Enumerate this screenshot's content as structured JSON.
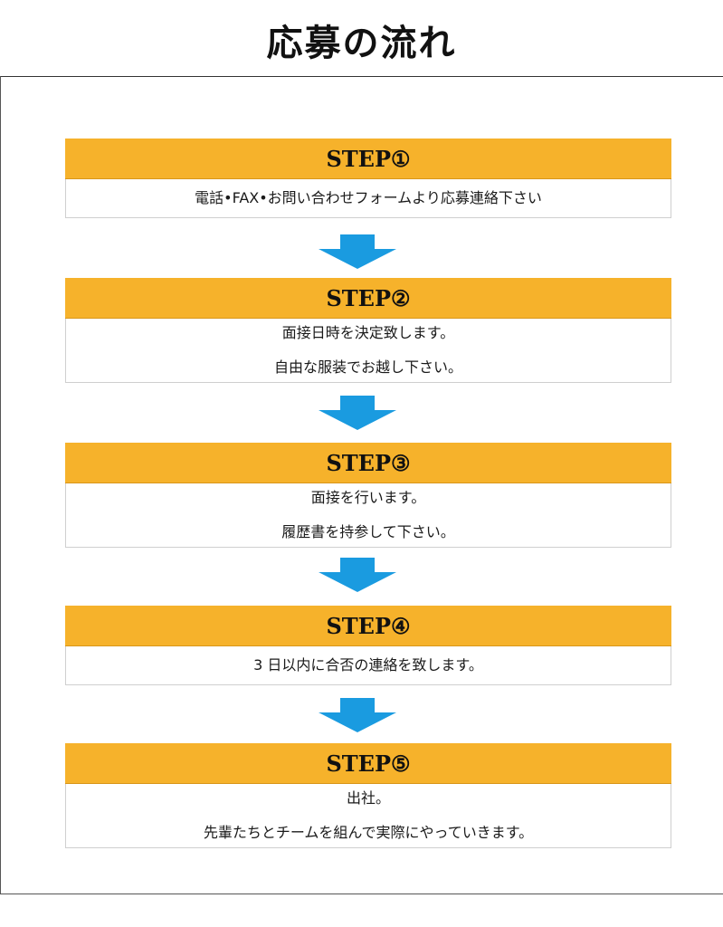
{
  "page": {
    "title": "応募の流れ"
  },
  "colors": {
    "step_header": "#f6b22b",
    "arrow": "#1a9be0"
  },
  "steps": [
    {
      "label": "STEP①",
      "lines": [
        "電話•FAX•お問い合わせフォームより応募連絡下さい"
      ]
    },
    {
      "label": "STEP②",
      "lines": [
        "面接日時を決定致します。",
        "自由な服装でお越し下さい。"
      ]
    },
    {
      "label": "STEP③",
      "lines": [
        "面接を行います。",
        "履歴書を持参して下さい。"
      ]
    },
    {
      "label": "STEP④",
      "lines": [
        "3 日以内に合否の連絡を致します。"
      ]
    },
    {
      "label": "STEP⑤",
      "lines": [
        "出社。",
        "先輩たちとチームを組んで実際にやっていきます。"
      ]
    }
  ]
}
